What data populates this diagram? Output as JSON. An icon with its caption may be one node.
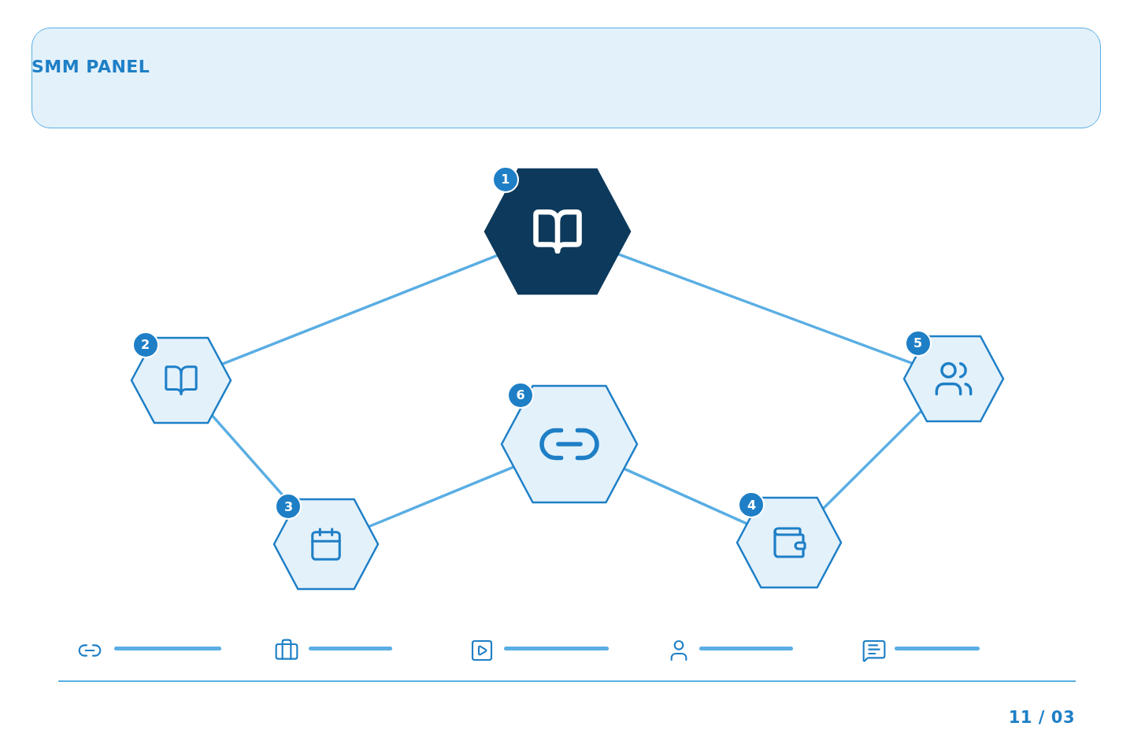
{
  "diagram": {
    "title": "SMM PANEL",
    "nodes": [
      {
        "text": [
          "1"
        ]
      },
      {
        "text": [
          "2"
        ]
      },
      {
        "text": [
          "3"
        ]
      },
      {
        "text": [
          "4"
        ]
      },
      {
        "text": [
          "5"
        ]
      },
      {
        "text": [
          "6"
        ]
      }
    ],
    "edges": [
      {
        "from": 0,
        "to": 1,
        "arrow": "none"
      },
      {
        "from": 0,
        "to": 4,
        "arrow": "none"
      },
      {
        "from": 1,
        "to": 2,
        "arrow": "none"
      },
      {
        "from": 2,
        "to": 5,
        "arrow": "none"
      },
      {
        "from": 5,
        "to": 3,
        "arrow": "none"
      },
      {
        "from": 3,
        "to": 4,
        "arrow": "none"
      }
    ],
    "labels": [
      "11 / 03"
    ]
  }
}
